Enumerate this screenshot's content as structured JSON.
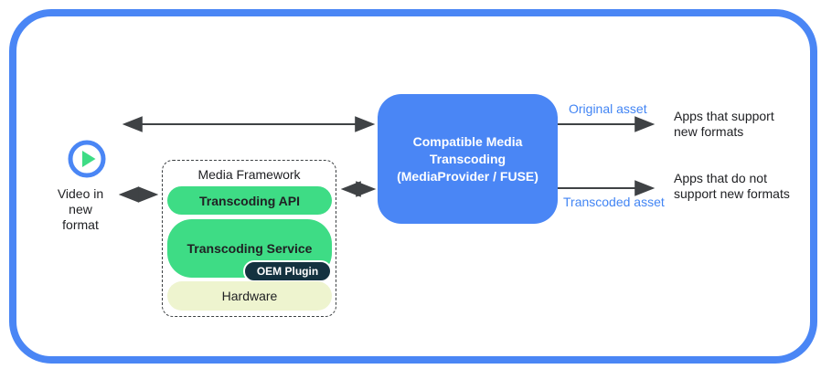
{
  "diagram": {
    "source": {
      "icon": "play-icon",
      "label": "Video in\nnew\nformat"
    },
    "media_framework": {
      "title": "Media Framework",
      "api_label": "Transcoding API",
      "service_label": "Transcoding Service",
      "oem_label": "OEM Plugin",
      "hardware_label": "Hardware"
    },
    "transcoder": {
      "title": "Compatible Media\nTranscoding\n(MediaProvider / FUSE)"
    },
    "outputs": {
      "original": {
        "asset_label": "Original asset",
        "target_label": "Apps that support\nnew formats"
      },
      "transcoded": {
        "asset_label": "Transcoded asset",
        "target_label": "Apps that do not\nsupport new formats"
      }
    },
    "colors": {
      "border_blue": "#4a86f5",
      "transcoder_blue": "#4a86f5",
      "asset_label_blue": "#4285f4",
      "pill_green": "#3edc85",
      "oem_dark": "#143240",
      "hardware_cream": "#eef4cf",
      "arrow_gray": "#3f4245",
      "text_black": "#202124"
    }
  }
}
